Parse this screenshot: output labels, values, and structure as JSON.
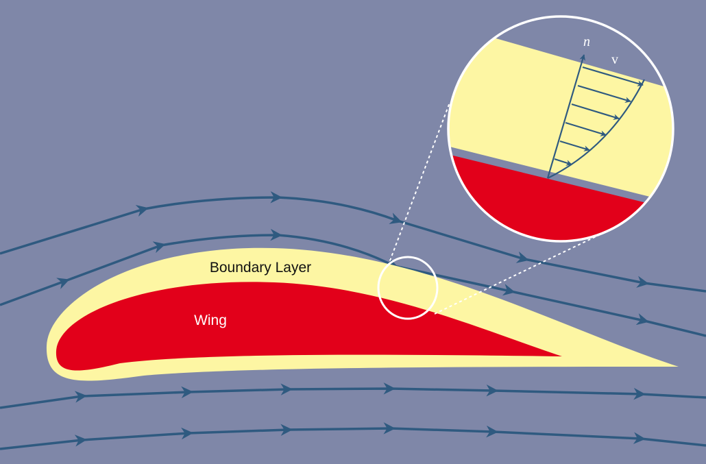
{
  "labels": {
    "boundary_layer": "Boundary Layer",
    "wing": "Wing",
    "normal_axis": "n",
    "velocity": "v"
  },
  "colors": {
    "background": "#7f87a8",
    "streamline": "#2f5a80",
    "boundary_layer": "#fdf6a3",
    "wing": "#e2001a",
    "highlight": "#ffffff"
  }
}
